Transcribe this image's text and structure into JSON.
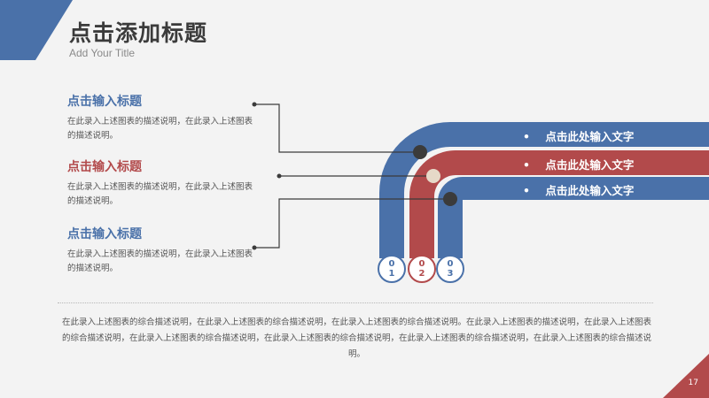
{
  "header": {
    "title": "点击添加标题",
    "subtitle": "Add Your Title"
  },
  "blocks": [
    {
      "title": "点击输入标题",
      "desc": "在此录入上述图表的描述说明，在此录入上述图表的描述说明。"
    },
    {
      "title": "点击输入标题",
      "desc": "在此录入上述图表的描述说明，在此录入上述图表的描述说明。"
    },
    {
      "title": "点击输入标题",
      "desc": "在此录入上述图表的描述说明，在此录入上述图表的描述说明。"
    }
  ],
  "bars": [
    {
      "label": "点击此处输入文字",
      "bullet": "•"
    },
    {
      "label": "点击此处输入文字",
      "bullet": "•"
    },
    {
      "label": "点击此处输入文字",
      "bullet": "•"
    }
  ],
  "numbers": [
    {
      "top": "0",
      "bottom": "1"
    },
    {
      "top": "0",
      "bottom": "2"
    },
    {
      "top": "0",
      "bottom": "3"
    }
  ],
  "footer": {
    "text": "在此录入上述图表的综合描述说明，在此录入上述图表的综合描述说明，在此录入上述图表的综合描述说明。在此录入上述图表的描述说明，在此录入上述图表的综合描述说明，在此录入上述图表的综合描述说明，在此录入上述图表的综合描述说明，在此录入上述图表的综合描述说明，在此录入上述图表的综合描述说明。"
  },
  "page_number": "17",
  "colors": {
    "blue": "#4a71a9",
    "red": "#b24a4b",
    "dark": "#3b3b3b",
    "background": "#f3f3f3"
  }
}
